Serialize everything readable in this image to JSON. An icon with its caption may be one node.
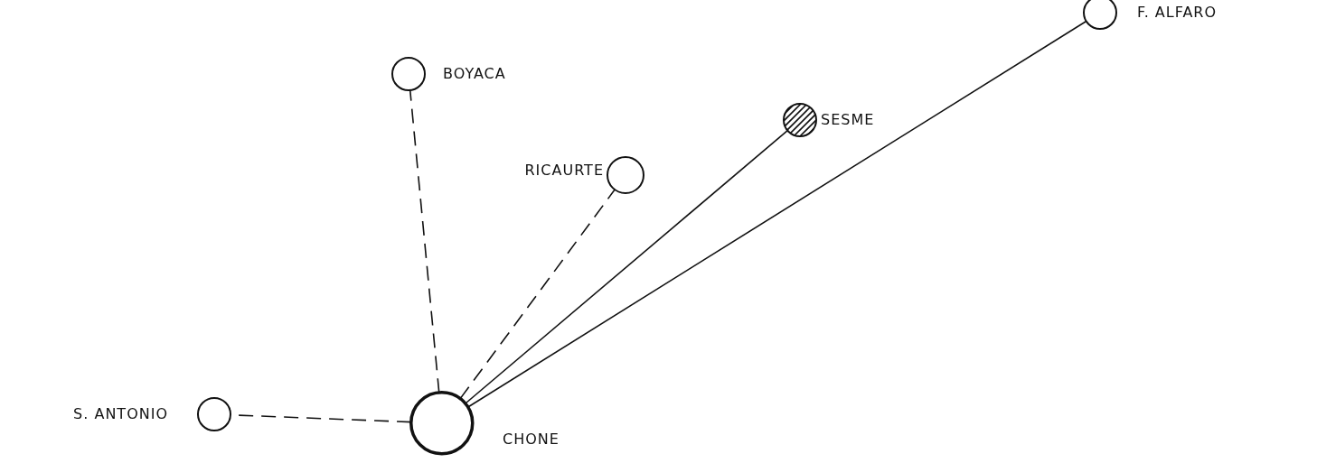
{
  "diagram": {
    "nodes": [
      {
        "text": [],
        "shape": "circle",
        "beside": [
          "F. ALFARO"
        ]
      },
      {
        "text": [],
        "shape": "circle",
        "beside": [
          "BOYACA"
        ]
      },
      {
        "text": [],
        "shape": "circle",
        "beside": [
          "SESME"
        ]
      },
      {
        "text": [],
        "shape": "circle",
        "beside": [
          "RICAURTE"
        ]
      },
      {
        "text": [],
        "shape": "circle",
        "beside": [
          "S. ANTONIO"
        ]
      },
      {
        "text": [],
        "shape": "circle",
        "beside": [
          "CHONE"
        ]
      }
    ],
    "edges": [
      {
        "from": 5,
        "to": 4,
        "arrow": "none",
        "style": "dashed"
      },
      {
        "from": 5,
        "to": 1,
        "arrow": "none",
        "style": "dashed"
      },
      {
        "from": 5,
        "to": 3,
        "arrow": "none",
        "style": "dashed"
      },
      {
        "from": 5,
        "to": 2,
        "arrow": "none"
      },
      {
        "from": 5,
        "to": 0,
        "arrow": "none"
      }
    ]
  }
}
